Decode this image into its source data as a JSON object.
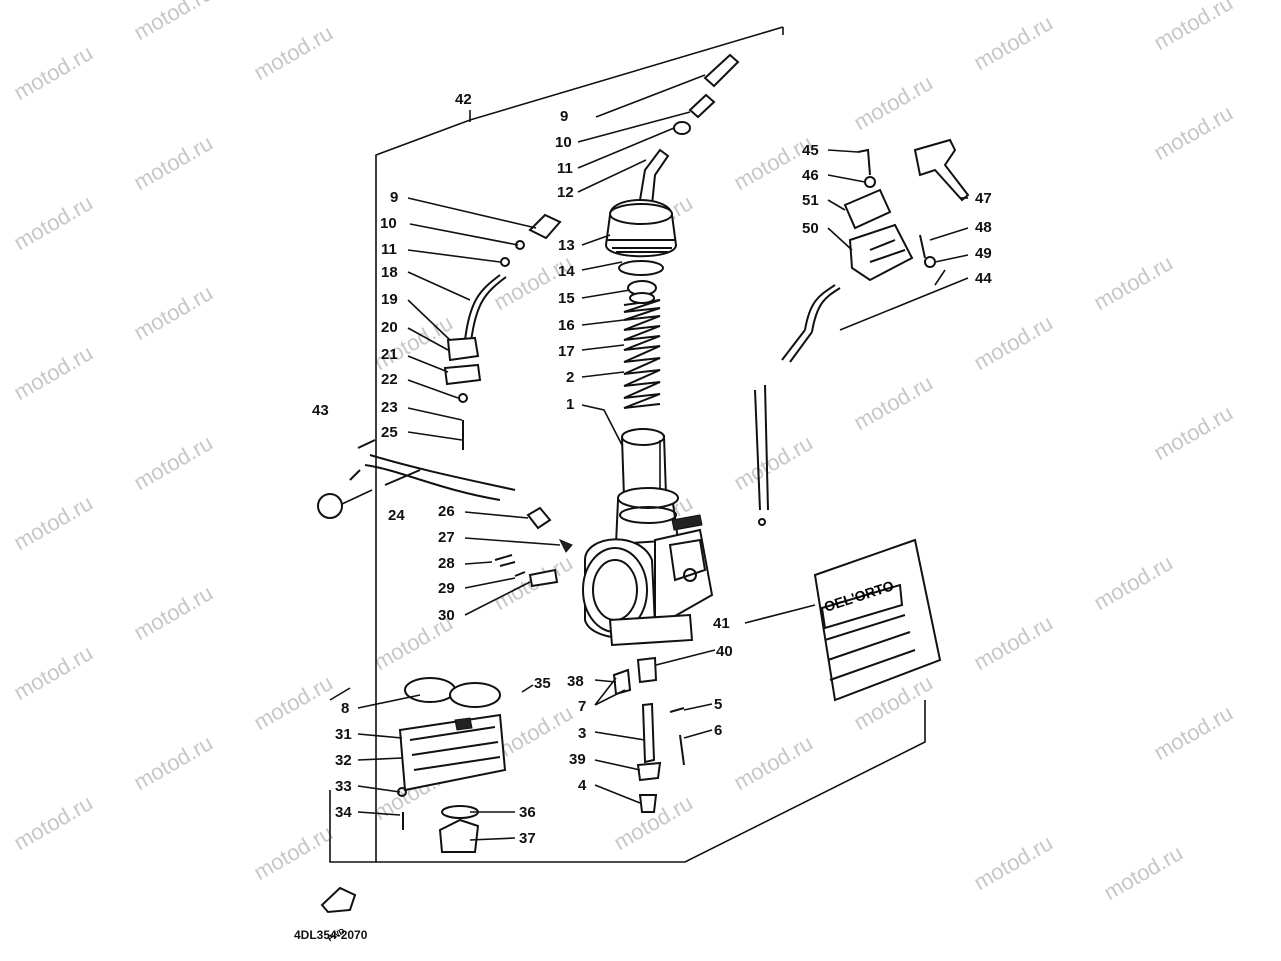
{
  "watermark": "motod.ru",
  "drawing_code": "4DL354-2070",
  "fwd_mark": "FWD",
  "groups": {
    "assembly_42": "42",
    "assembly_43": "43",
    "assembly_41": "41"
  },
  "decal_text": "OEL'ORTO",
  "callouts": {
    "c9a": "9",
    "c10a": "10",
    "c11a": "11",
    "c12": "12",
    "c13": "13",
    "c14": "14",
    "c15": "15",
    "c16": "16",
    "c17": "17",
    "c2": "2",
    "c1": "1",
    "c9b": "9",
    "c10b": "10",
    "c11b": "11",
    "c18": "18",
    "c19": "19",
    "c20": "20",
    "c21": "21",
    "c22": "22",
    "c23": "23",
    "c25": "25",
    "c24": "24",
    "c26": "26",
    "c27": "27",
    "c28": "28",
    "c29": "29",
    "c30": "30",
    "c45": "45",
    "c46": "46",
    "c51": "51",
    "c50": "50",
    "c47": "47",
    "c48": "48",
    "c49": "49",
    "c44": "44",
    "c40": "40",
    "c38": "38",
    "c7": "7",
    "c3": "3",
    "c39": "39",
    "c4": "4",
    "c5": "5",
    "c6": "6",
    "c35": "35",
    "c8": "8",
    "c31": "31",
    "c32": "32",
    "c33": "33",
    "c34": "34",
    "c36": "36",
    "c37": "37"
  }
}
